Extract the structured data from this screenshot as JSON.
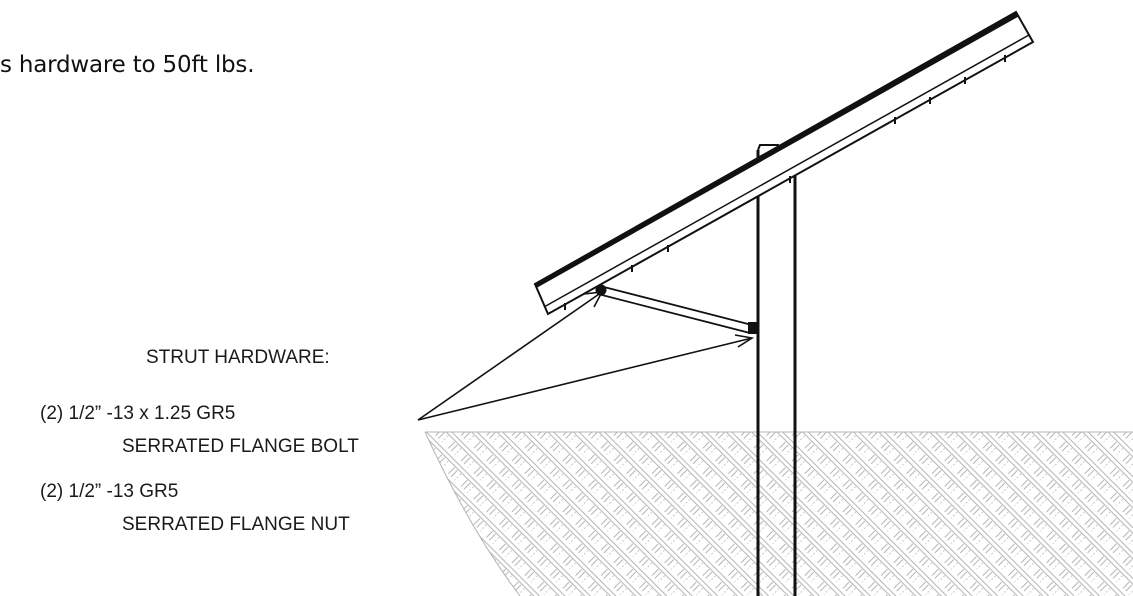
{
  "heading": "s hardware to 50ft lbs.",
  "callout": {
    "title": "STRUT HARDWARE:",
    "bolt": {
      "qty_spec": "(2) 1/2” -13 x 1.25 GR5",
      "desc": "SERRATED FLANGE BOLT"
    },
    "nut": {
      "qty_spec": "(2) 1/2” -13 GR5",
      "desc": "SERRATED FLANGE NUT"
    }
  },
  "colors": {
    "line": "#111111",
    "ground_hatch": "#b5b5b5"
  }
}
